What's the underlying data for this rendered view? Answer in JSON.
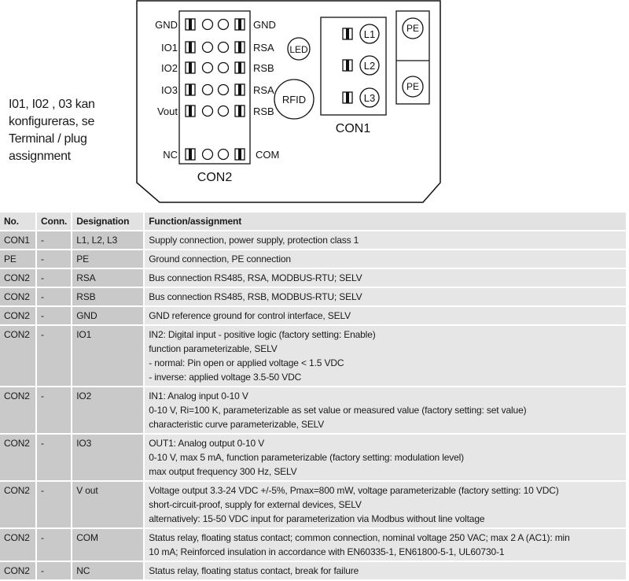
{
  "diagram": {
    "con2_left_labels": [
      "GND",
      "IO1",
      "IO2",
      "IO3",
      "Vout",
      "NC"
    ],
    "con2_right_labels": [
      "GND",
      "RSA",
      "RSB",
      "RSA",
      "RSB",
      "COM"
    ],
    "con2_label": "CON2",
    "con1_label": "CON1",
    "con1_pins": [
      "L1",
      "L2",
      "L3"
    ],
    "pe_pins": [
      "PE",
      "PE"
    ],
    "led_label": "LED",
    "rfid_label": "RFID"
  },
  "note": [
    "I01, I02 , 03 kan",
    "konfigureras, se",
    "Terminal / plug",
    "assignment"
  ],
  "table": {
    "headers": [
      "No.",
      "Conn.",
      "Designation",
      "Function/assignment"
    ],
    "rows": [
      {
        "no": "CON1",
        "conn": "-",
        "designation": "L1, L2, L3",
        "function": [
          "Supply connection, power supply, protection class 1"
        ]
      },
      {
        "no": "PE",
        "conn": "-",
        "designation": "PE",
        "function": [
          "Ground connection, PE connection"
        ]
      },
      {
        "no": "CON2",
        "conn": "-",
        "designation": "RSA",
        "function": [
          "Bus connection RS485, RSA, MODBUS-RTU; SELV"
        ]
      },
      {
        "no": "CON2",
        "conn": "-",
        "designation": "RSB",
        "function": [
          "Bus connection RS485, RSB, MODBUS-RTU; SELV"
        ]
      },
      {
        "no": "CON2",
        "conn": "-",
        "designation": "GND",
        "function": [
          "GND reference ground for control interface, SELV"
        ]
      },
      {
        "no": "CON2",
        "conn": "-",
        "designation": "IO1",
        "function": [
          "IN2: Digital input - positive logic (factory setting: Enable)",
          "function parameterizable, SELV",
          "- normal: Pin open or applied voltage < 1.5 VDC",
          "- inverse: applied voltage 3.5-50 VDC"
        ]
      },
      {
        "no": "CON2",
        "conn": "-",
        "designation": "IO2",
        "function": [
          "IN1: Analog input 0-10 V",
          "0-10 V, Ri=100 K, parameterizable as set value or measured value (factory setting: set value)",
          "characteristic curve parameterizable, SELV"
        ]
      },
      {
        "no": "CON2",
        "conn": "-",
        "designation": "IO3",
        "function": [
          "OUT1: Analog output 0-10 V",
          "0-10 V, max 5 mA, function parameterizable (factory setting: modulation level)",
          "max output frequency 300 Hz, SELV"
        ]
      },
      {
        "no": "CON2",
        "conn": "-",
        "designation": "V out",
        "function": [
          "Voltage output 3.3-24 VDC +/-5%, Pmax=800 mW, voltage parameterizable (factory setting: 10 VDC)",
          "short-circuit-proof, supply for external devices, SELV",
          "alternatively: 15-50 VDC input for parameterization via Modbus without line voltage"
        ]
      },
      {
        "no": "CON2",
        "conn": "-",
        "designation": "COM",
        "function": [
          "Status relay, floating status contact; common connection, nominal voltage 250 VAC; max 2 A (AC1): min",
          "10 mA; Reinforced insulation in accordance with EN60335-1, EN61800-5-1, UL60730-1"
        ]
      },
      {
        "no": "CON2",
        "conn": "-",
        "designation": "NC",
        "function": [
          "Status relay, floating status contact, break for failure"
        ]
      }
    ]
  }
}
